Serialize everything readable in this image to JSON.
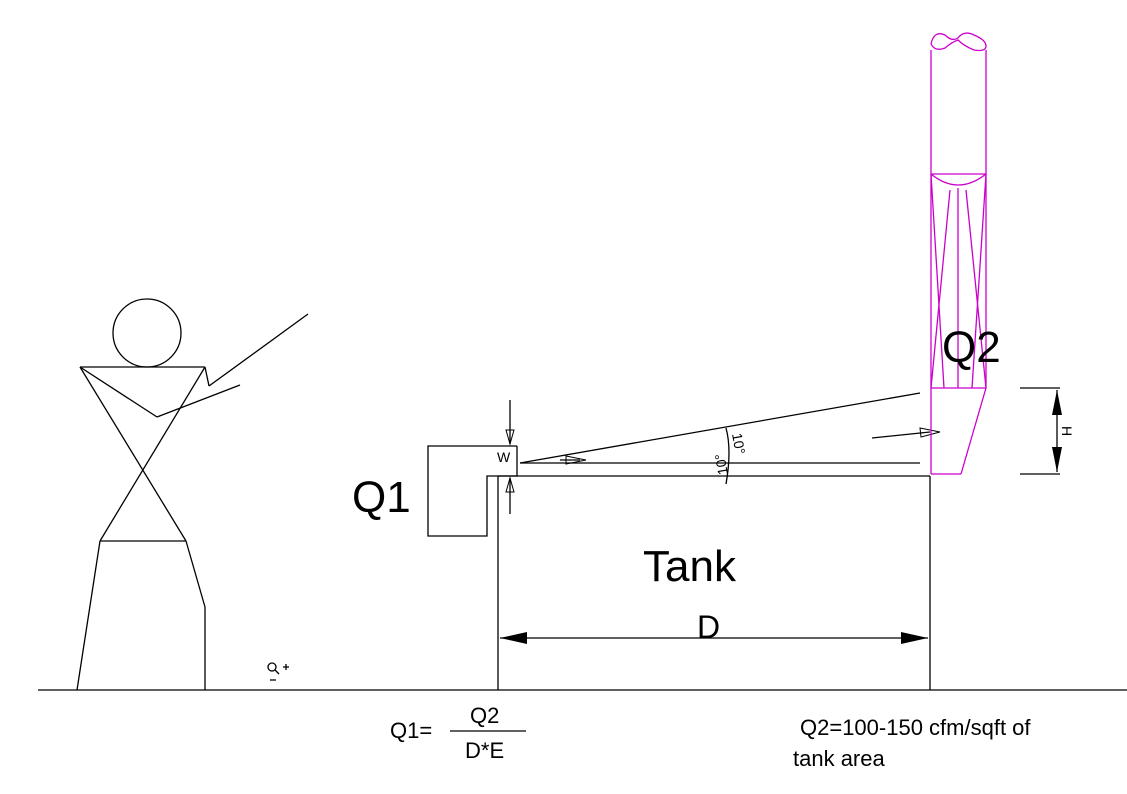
{
  "labels": {
    "q1": "Q1",
    "q2": "Q2",
    "tank": "Tank",
    "d": "D",
    "w": "W",
    "h": "H",
    "angle_upper": "10°",
    "angle_lower": "10°"
  },
  "formula": {
    "lhs": "Q1=",
    "numerator": "Q2",
    "denominator": "D*E"
  },
  "note": {
    "line1": "Q2=100-150 cfm/sqft of",
    "line2": "tank area"
  },
  "icons": {
    "zoom": "zoom-icon"
  },
  "colors": {
    "drawing": "#000000",
    "hood": "#cc00cc"
  }
}
